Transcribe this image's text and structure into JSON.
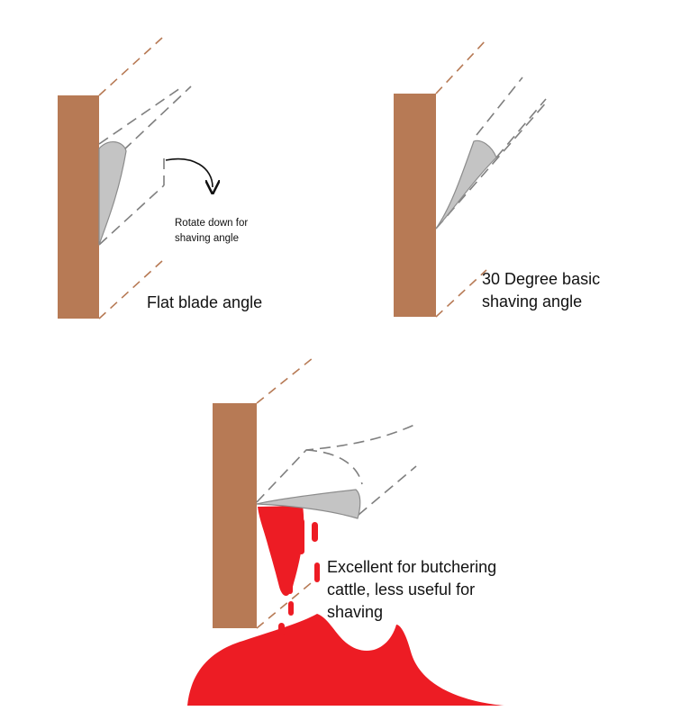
{
  "colors": {
    "wood": "#b77a55",
    "blade_fill": "#c4c4c4",
    "blade_edge": "#8c8c8c",
    "guide_dash": "#7f7f7f",
    "blood": "#ed1c24",
    "text": "#111111"
  },
  "panel_flat": {
    "caption": "Flat blade angle",
    "note_line1": "Rotate down for",
    "note_line2": "shaving angle",
    "arrow_icon": "curved-arrow-icon"
  },
  "panel_30": {
    "caption_line1": "30 Degree basic",
    "caption_line2": "shaving angle"
  },
  "panel_butcher": {
    "caption_line1": "Excellent for butchering",
    "caption_line2": "cattle, less useful for",
    "caption_line3": "shaving"
  }
}
